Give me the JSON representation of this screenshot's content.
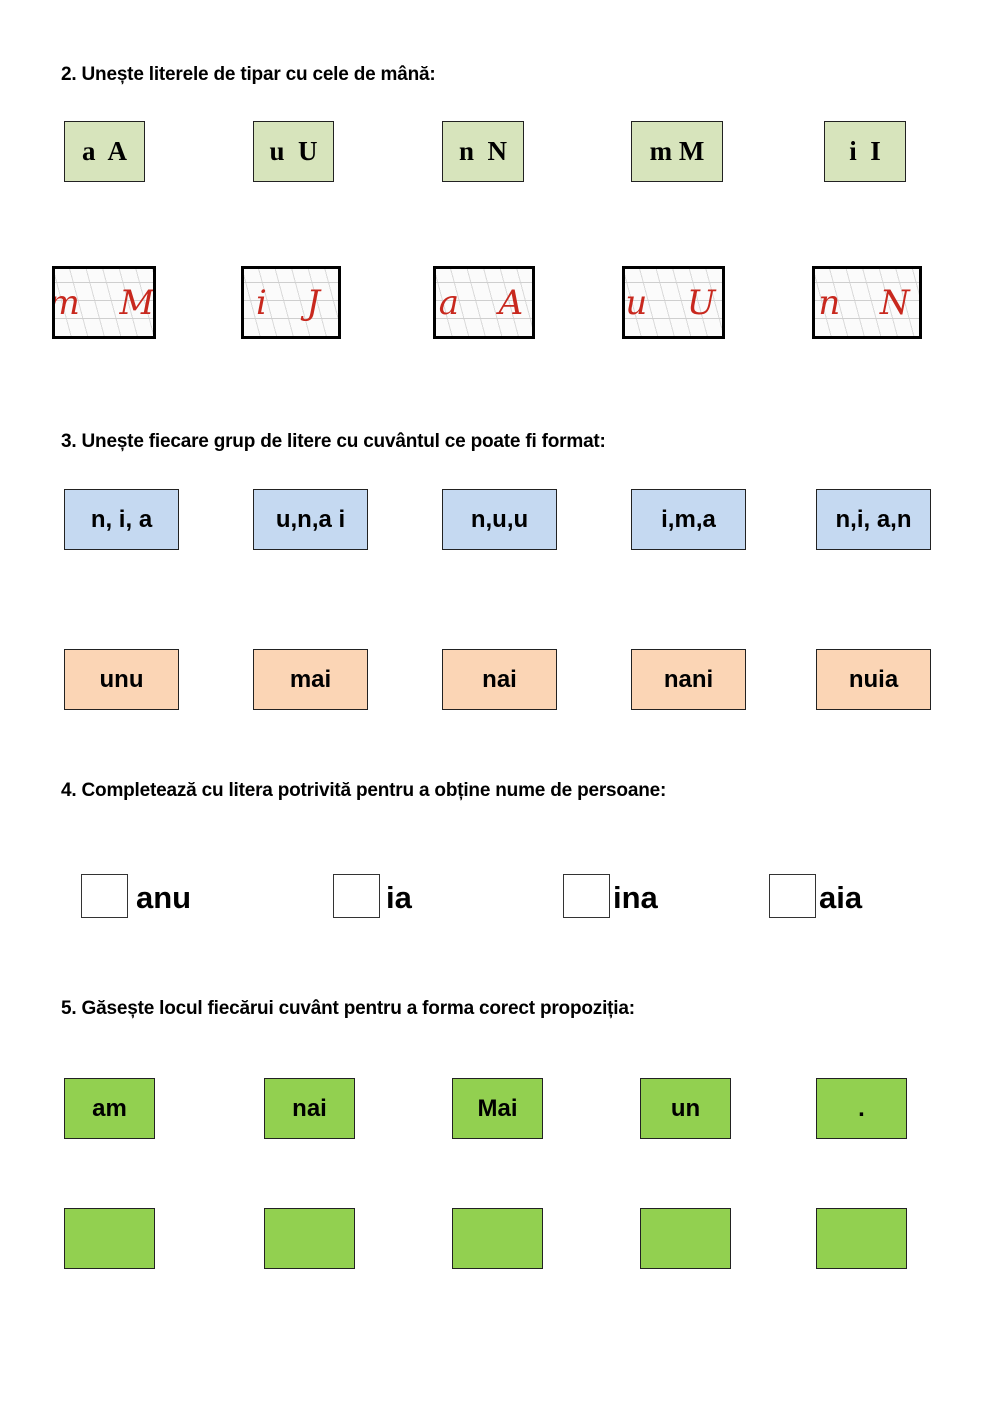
{
  "section2": {
    "title": "2. Unește literele de tipar cu cele de mână:",
    "print_letters": [
      "a  A",
      "u  U",
      "n  N",
      "m M",
      "i  I"
    ],
    "script_letters": [
      "m  M",
      "i  J",
      "a  A",
      "u  U",
      "n  N"
    ]
  },
  "section3": {
    "title": "3. Unește fiecare grup de litere cu cuvântul ce poate fi format:",
    "groups": [
      "n, i, a",
      "u,n,a i",
      "n,u,u",
      "i,m,a",
      "n,i, a,n"
    ],
    "words": [
      "unu",
      "mai",
      "nai",
      "nani",
      "nuia"
    ]
  },
  "section4": {
    "title": "4. Completează cu litera potrivită pentru a obține nume de persoane:",
    "fragments": [
      "anu",
      "ia",
      "ina",
      "aia"
    ],
    "inputs": [
      "",
      "",
      "",
      ""
    ]
  },
  "section5": {
    "title": "5. Găsește locul fiecărui cuvânt pentru a forma corect propoziția:",
    "words": [
      "am",
      "nai",
      "Mai",
      "un",
      "."
    ],
    "slots": [
      "",
      "",
      "",
      "",
      ""
    ]
  },
  "colors": {
    "print_box": "#d7e4bc",
    "group_box": "#c5d9f1",
    "word_box": "#fbd5b5",
    "sentence_box": "#92d050",
    "script_ink": "#c8281e"
  }
}
